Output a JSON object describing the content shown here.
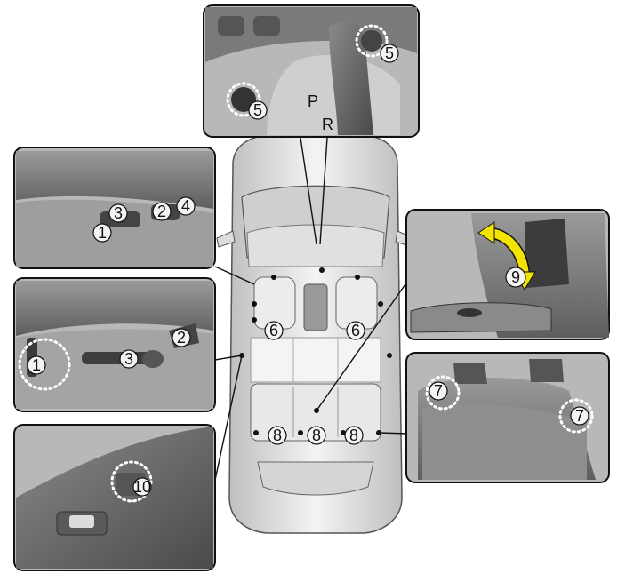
{
  "callouts": {
    "c1": "1",
    "c2": "2",
    "c3": "3",
    "c4": "4",
    "c5": "5",
    "c6": "6",
    "c7": "7",
    "c8": "8",
    "c9": "9",
    "c10": "10"
  },
  "colors": {
    "panel": "#b8b8b8",
    "outline": "#111111",
    "arrow": "#f2e400",
    "car": "#e6e6e6"
  },
  "icons": [
    "heated-seat-switch-icon",
    "window-switch-icon",
    "gear-shift-icon"
  ]
}
